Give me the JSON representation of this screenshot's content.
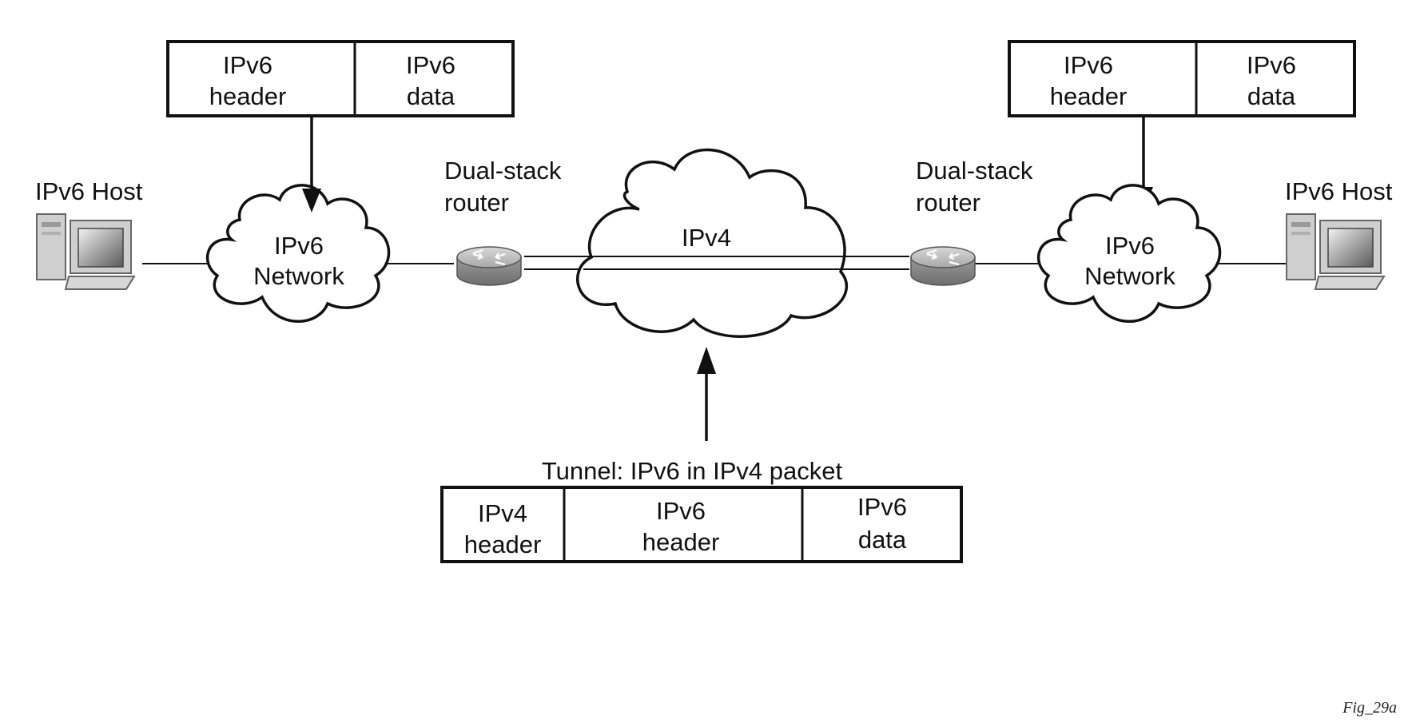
{
  "left_host": {
    "label": "IPv6 Host",
    "icon": "desktop-computer-icon"
  },
  "right_host": {
    "label": "IPv6 Host",
    "icon": "desktop-computer-icon"
  },
  "left_network": {
    "line1": "IPv6",
    "line2": "Network"
  },
  "right_network": {
    "line1": "IPv6",
    "line2": "Network"
  },
  "core_network": {
    "label": "IPv4"
  },
  "left_router": {
    "line1": "Dual-stack",
    "line2": "router",
    "icon": "router-icon"
  },
  "right_router": {
    "line1": "Dual-stack",
    "line2": "router",
    "icon": "router-icon"
  },
  "left_packet": {
    "header": {
      "line1": "IPv6",
      "line2": "header"
    },
    "data": {
      "line1": "IPv6",
      "line2": "data"
    }
  },
  "right_packet": {
    "header": {
      "line1": "IPv6",
      "line2": "header"
    },
    "data": {
      "line1": "IPv6",
      "line2": "data"
    }
  },
  "tunnel_packet": {
    "title": "Tunnel: IPv6 in IPv4 packet",
    "ipv4_header": {
      "line1": "IPv4",
      "line2": "header"
    },
    "ipv6_header": {
      "line1": "IPv6",
      "line2": "header"
    },
    "ipv6_data": {
      "line1": "IPv6",
      "line2": "data"
    }
  },
  "figure_id": "Fig_29a"
}
